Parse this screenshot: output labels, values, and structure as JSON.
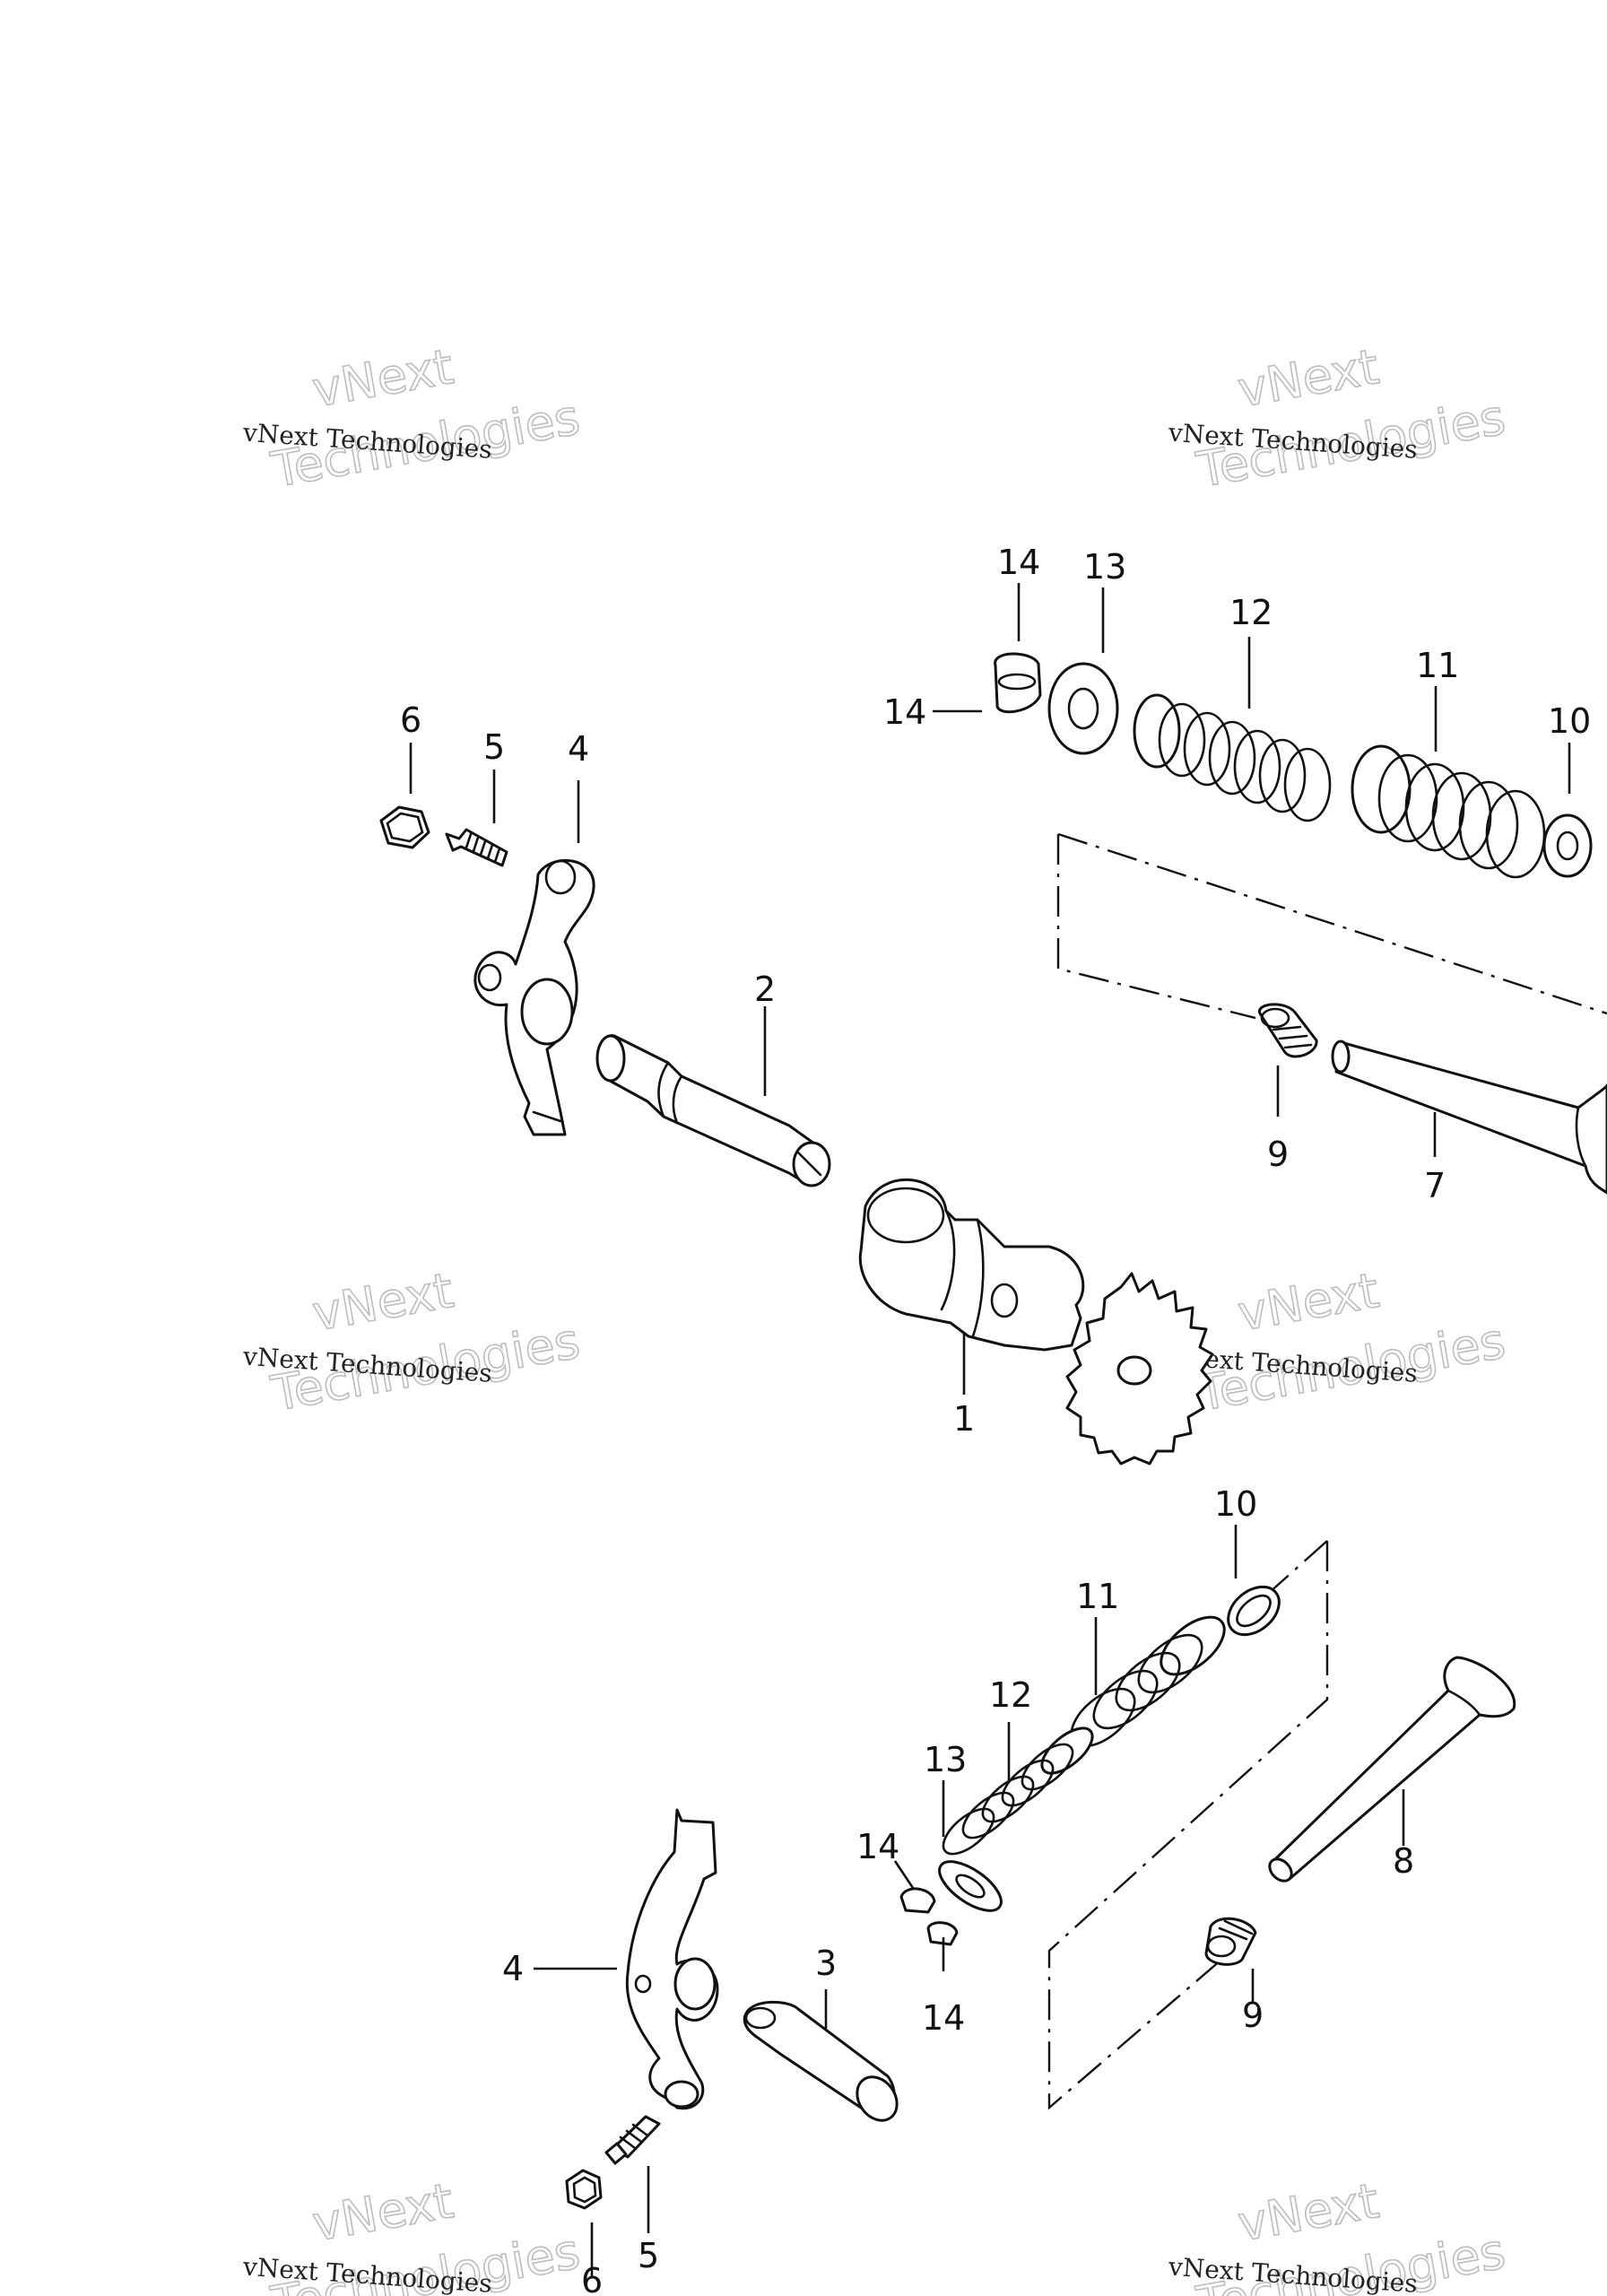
{
  "watermark": {
    "line": "vNext Technologies",
    "big_top": "vNext",
    "big_bottom": "Technologies"
  },
  "callouts": {
    "c1": "1",
    "c2": "2",
    "c3": "3",
    "c4a": "4",
    "c4b": "4",
    "c5a": "5",
    "c5b": "5",
    "c6a": "6",
    "c6b": "6",
    "c7": "7",
    "c8": "8",
    "c9a": "9",
    "c9b": "9",
    "c10a": "10",
    "c10b": "10",
    "c11a": "11",
    "c11b": "11",
    "c12a": "12",
    "c12b": "12",
    "c13a": "13",
    "c13b": "13",
    "c14a": "14",
    "c14b": "14",
    "c14c": "14",
    "c14d": "14"
  }
}
